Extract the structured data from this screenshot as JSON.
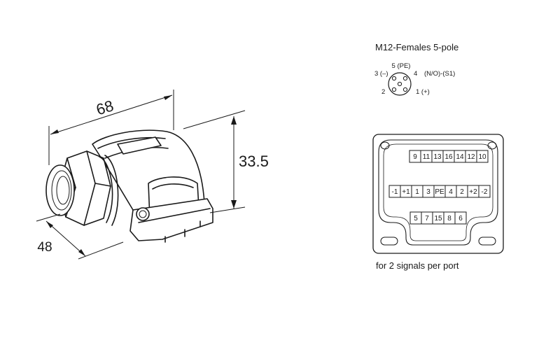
{
  "dimensions": {
    "length": "68",
    "height": "33.5",
    "width": "48"
  },
  "connector": {
    "title": "M12-Females  5-pole",
    "pins": {
      "pin5": "5 (PE)",
      "pin4": "4",
      "pin4_function": "(N/O)-(S1)",
      "pin3": "3 (–)",
      "pin2": "2",
      "pin1": "1 (+)"
    }
  },
  "terminal_box": {
    "top_row": [
      "9",
      "11",
      "13",
      "16",
      "14",
      "12",
      "10"
    ],
    "middle_row": [
      "-1",
      "+1",
      "1",
      "3",
      "PE",
      "4",
      "2",
      "+2",
      "-2"
    ],
    "bottom_row": [
      "5",
      "7",
      "15",
      "8",
      "6"
    ],
    "caption": "for 2 signals per port"
  }
}
